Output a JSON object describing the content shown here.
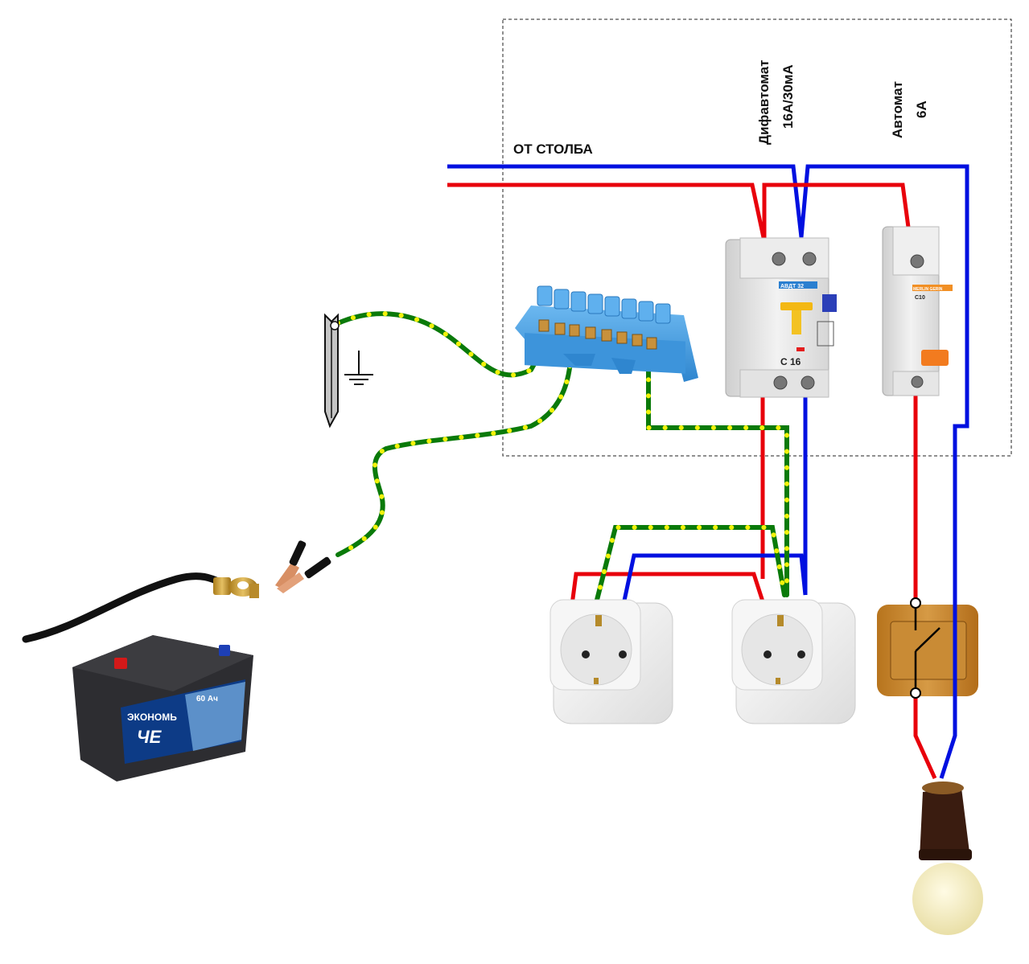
{
  "labels": {
    "from_pole": "ОТ СТОЛБА",
    "rcbo_line1": "Дифавтомат",
    "rcbo_line2": "16А/30мА",
    "breaker_line1": "Автомат",
    "breaker_line2": "6А"
  },
  "devices": {
    "rcbo": {
      "brand_badge": "АВДТ 32",
      "rating": "C 16"
    },
    "breaker": {
      "brand_badge": "MERLIN GERIN",
      "rating": "C10"
    },
    "battery": {
      "brand": "ЭКОНОМЬ",
      "model": "ЧЕ",
      "capacity": "60 Ач"
    }
  },
  "wire_colors": {
    "phase": "#e8000b",
    "neutral": "#0010e0",
    "earth": "#0a7a0a",
    "earth_stripe": "#f2f20a",
    "bonding": "#111111"
  },
  "components": [
    "ground-rod",
    "earth-bus-bar",
    "rcbo-breaker",
    "circuit-breaker",
    "socket-1",
    "socket-2",
    "light-switch",
    "light-bulb",
    "battery",
    "battery-terminal-clamp",
    "alligator-clip"
  ]
}
